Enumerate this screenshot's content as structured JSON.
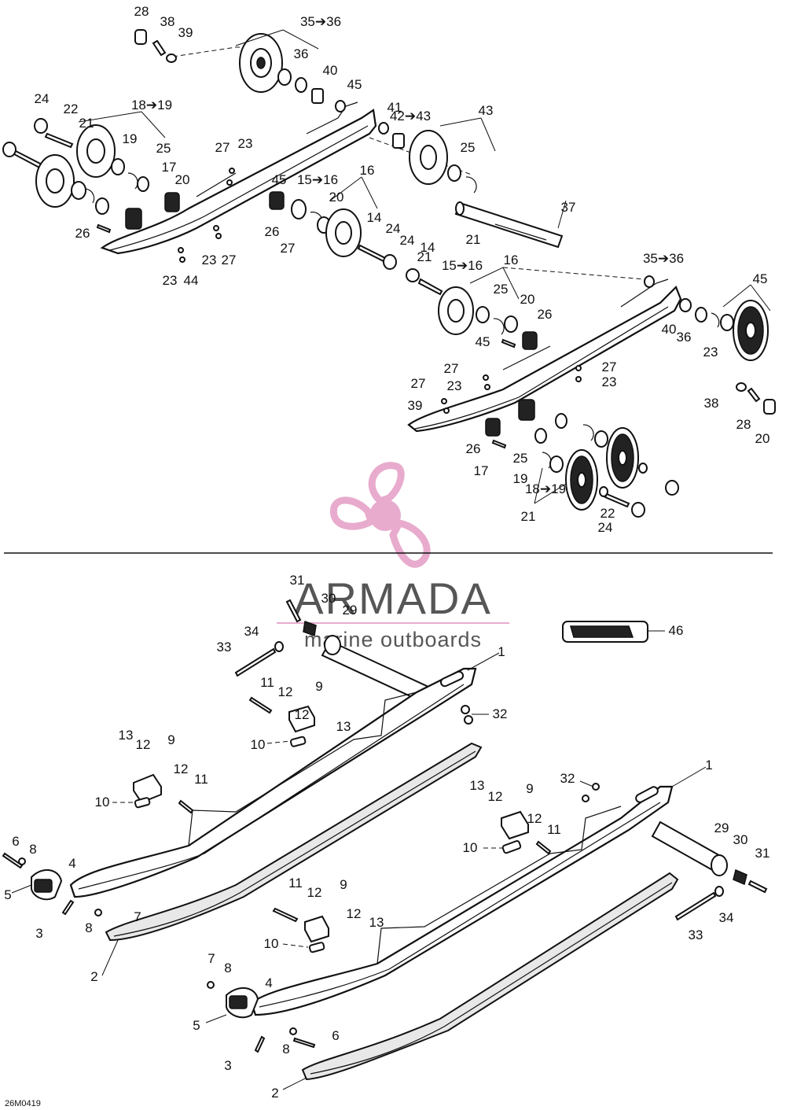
{
  "diagram": {
    "drawing_code": "26M0419",
    "watermark": {
      "title": "ARMADA",
      "subtitle": "marine outboards",
      "logo": "propeller-logo",
      "logo_color": "#e6a3c8"
    },
    "callouts_top": [
      "28",
      "38",
      "39",
      "35➔36",
      "36",
      "40",
      "45",
      "24",
      "22",
      "21",
      "18➔19",
      "19",
      "25",
      "17",
      "20",
      "27",
      "23",
      "26",
      "45",
      "41",
      "42➔43",
      "43",
      "25",
      "15➔16",
      "16",
      "20",
      "26",
      "27",
      "23",
      "27",
      "23",
      "44",
      "37",
      "21",
      "14",
      "24",
      "24",
      "14",
      "21",
      "15➔16",
      "16",
      "25",
      "20",
      "26",
      "45",
      "35➔36",
      "45",
      "40",
      "36",
      "23",
      "27",
      "23",
      "27",
      "23",
      "27",
      "39",
      "38",
      "28",
      "20",
      "26",
      "17",
      "25",
      "19",
      "18➔19",
      "21",
      "22",
      "24"
    ],
    "callouts_bottom": [
      "31",
      "30",
      "29",
      "34",
      "33",
      "1",
      "11",
      "12",
      "9",
      "12",
      "13",
      "10",
      "32",
      "13",
      "12",
      "9",
      "12",
      "11",
      "10",
      "6",
      "8",
      "4",
      "5",
      "3",
      "8",
      "7",
      "2",
      "46",
      "1",
      "32",
      "13",
      "12",
      "9",
      "12",
      "11",
      "10",
      "29",
      "30",
      "31",
      "34",
      "33",
      "11",
      "12",
      "9",
      "12",
      "13",
      "10",
      "7",
      "8",
      "4",
      "5",
      "3",
      "8",
      "6",
      "2"
    ]
  }
}
